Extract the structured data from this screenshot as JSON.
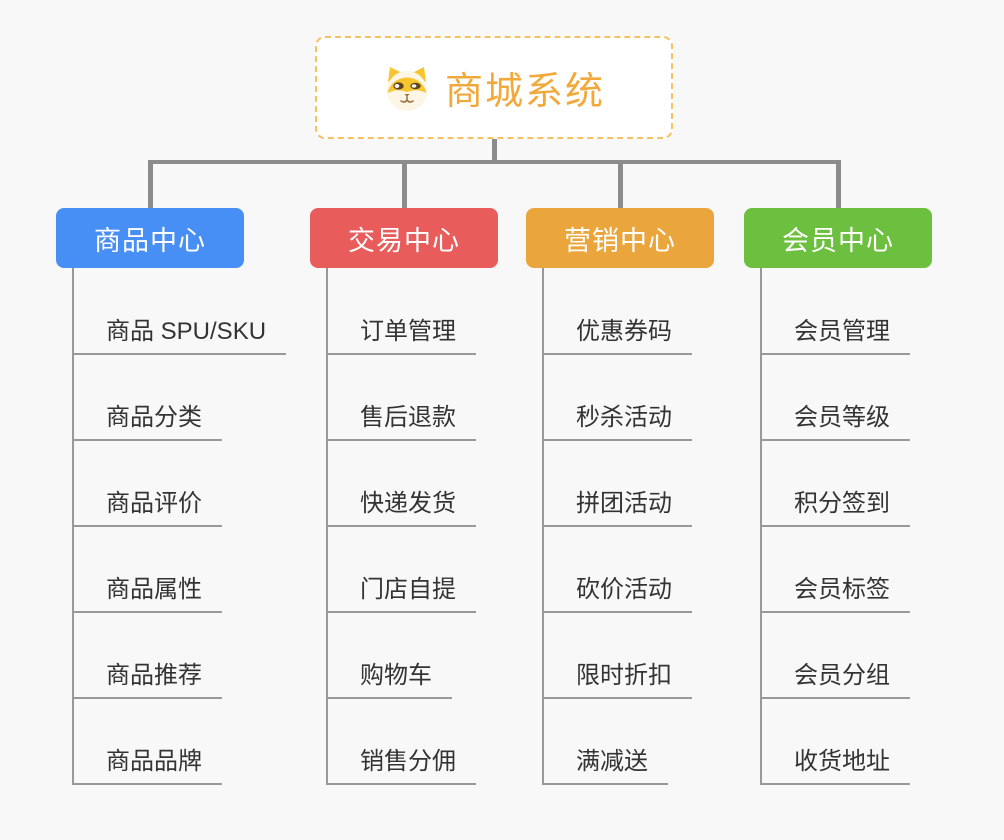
{
  "root": {
    "title": "商城系统",
    "icon": "dog-icon"
  },
  "branches": [
    {
      "label": "商品中心",
      "color": "#478ff5",
      "items": [
        "商品 SPU/SKU",
        "商品分类",
        "商品评价",
        "商品属性",
        "商品推荐",
        "商品品牌"
      ]
    },
    {
      "label": "交易中心",
      "color": "#e85c5c",
      "items": [
        "订单管理",
        "售后退款",
        "快递发货",
        "门店自提",
        "购物车",
        "销售分佣"
      ]
    },
    {
      "label": "营销中心",
      "color": "#eaa63c",
      "items": [
        "优惠券码",
        "秒杀活动",
        "拼团活动",
        "砍价活动",
        "限时折扣",
        "满减送"
      ]
    },
    {
      "label": "会员中心",
      "color": "#6dbf3f",
      "items": [
        "会员管理",
        "会员等级",
        "积分签到",
        "会员标签",
        "会员分组",
        "收货地址"
      ]
    }
  ],
  "colors": {
    "background": "#f8f8f8",
    "rootBorder": "#f5c163",
    "rootTitle": "#f2a93b",
    "headerText": "#ffffff",
    "connector": "#8c8c8c",
    "childLine": "#999999",
    "childText": "#333333",
    "dogYellow": "#f7c52e",
    "dogCream": "#fdf6e6",
    "dogBrown": "#9c7440"
  }
}
